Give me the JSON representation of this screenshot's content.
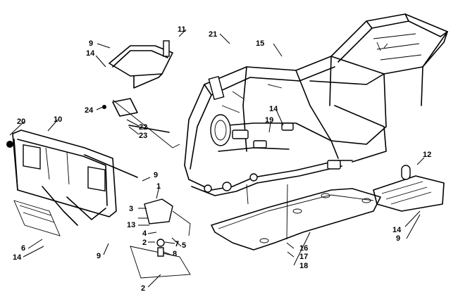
{
  "diagram": {
    "callouts": [
      {
        "id": "c1",
        "text": "1"
      },
      {
        "id": "c2a",
        "text": "2"
      },
      {
        "id": "c2b",
        "text": "2"
      },
      {
        "id": "c3",
        "text": "3"
      },
      {
        "id": "c4",
        "text": "4"
      },
      {
        "id": "c5",
        "text": "5"
      },
      {
        "id": "c6",
        "text": "6"
      },
      {
        "id": "c7",
        "text": "7"
      },
      {
        "id": "c8",
        "text": "8"
      },
      {
        "id": "c9a",
        "text": "9"
      },
      {
        "id": "c9b",
        "text": "9"
      },
      {
        "id": "c9c",
        "text": "9"
      },
      {
        "id": "c9d",
        "text": "9"
      },
      {
        "id": "c10",
        "text": "10"
      },
      {
        "id": "c11",
        "text": "11"
      },
      {
        "id": "c12",
        "text": "12"
      },
      {
        "id": "c13",
        "text": "13"
      },
      {
        "id": "c14a",
        "text": "14"
      },
      {
        "id": "c14b",
        "text": "14"
      },
      {
        "id": "c14c",
        "text": "14"
      },
      {
        "id": "c14d",
        "text": "14"
      },
      {
        "id": "c15",
        "text": "15"
      },
      {
        "id": "c16",
        "text": "16"
      },
      {
        "id": "c17",
        "text": "17"
      },
      {
        "id": "c18",
        "text": "18"
      },
      {
        "id": "c19",
        "text": "19"
      },
      {
        "id": "c20",
        "text": "20"
      },
      {
        "id": "c21",
        "text": "21"
      },
      {
        "id": "c22",
        "text": "22"
      },
      {
        "id": "c23",
        "text": "23"
      },
      {
        "id": "c24",
        "text": "24"
      }
    ]
  }
}
